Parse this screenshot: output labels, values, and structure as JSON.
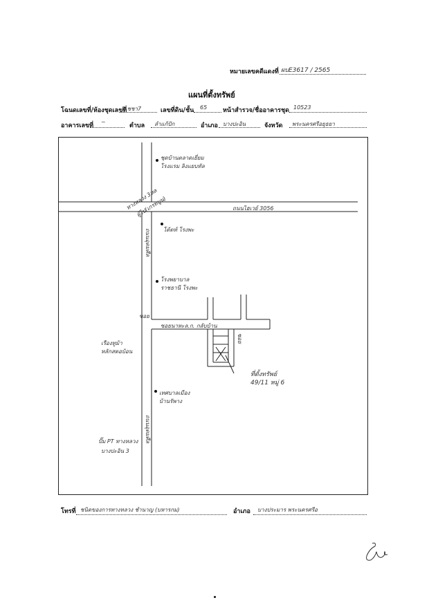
{
  "header": {
    "ref_label": "หมายเลขคดีแดงที่",
    "ref_value": "ผบE3617 / 2565"
  },
  "title": "แผนที่ตั้งทรัพย์",
  "fields": {
    "deed_label": "โฉนดเลขที่/ห้องชุดเลขที่",
    "deed_value": "5 ชชา7",
    "land_no_label": "เลขที่ดิน/ชั้น",
    "land_no_value": "65",
    "survey_label": "หน้าสำรวจ/ชื่ออาคารชุด",
    "survey_value": "10523",
    "building_label": "อาคารเลขที่",
    "building_value": "~",
    "subdistrict_label": "ตำบล",
    "subdistrict_value": "ลำแก้ปัก",
    "district_label": "อำเภอ",
    "district_value": "บางปะอิน",
    "province_label": "จังหวัด",
    "province_value": "พระนครศรีอยุธยา"
  },
  "map_labels": {
    "top_place": "ชุดบ้านตลาดเยี่ยม",
    "top_place_2": "โรงแรม ลิงแยบทัล",
    "diag_road": "ทางหลวง 3หล",
    "diag_road_2": "ผู้ไป(เกรทบูน)",
    "highway": "ถนนไฮเวย์ 3056",
    "right_upper": "โต้ตท์ โรงพะ",
    "hospital": "โรงพยาบาล",
    "hospital_2": "ราชธานี โรงพะ",
    "vertical_road": "ถนนอุดมศีล",
    "soi": "ซอยนาหะล.ก. กลับบ้าน",
    "soi_short": "ซอย",
    "property": "ที่ตั้งทรัพย์",
    "property_2": "49/11 หมู่ 6",
    "left_mid": "เรืองทูม้า",
    "left_mid_2": "หลักสตอบ้อน",
    "market": "เทศบาลเมือง",
    "market_2": "บ้านรัพาง",
    "vertical_road_2": "ถนนอุดมศีล",
    "pt": "ปั๊ม PT ทางหลวง",
    "pt_2": "บางปะอิน 3",
    "road_tag": "ซอย"
  },
  "footer": {
    "phone_label": "โทรที่",
    "phone_value": "ชนิดของการทางหลวง ชำนาญ (บหารกม)",
    "district_label": "อำเภอ",
    "district_value": "บางประมาร  พระนครศรีอ"
  }
}
